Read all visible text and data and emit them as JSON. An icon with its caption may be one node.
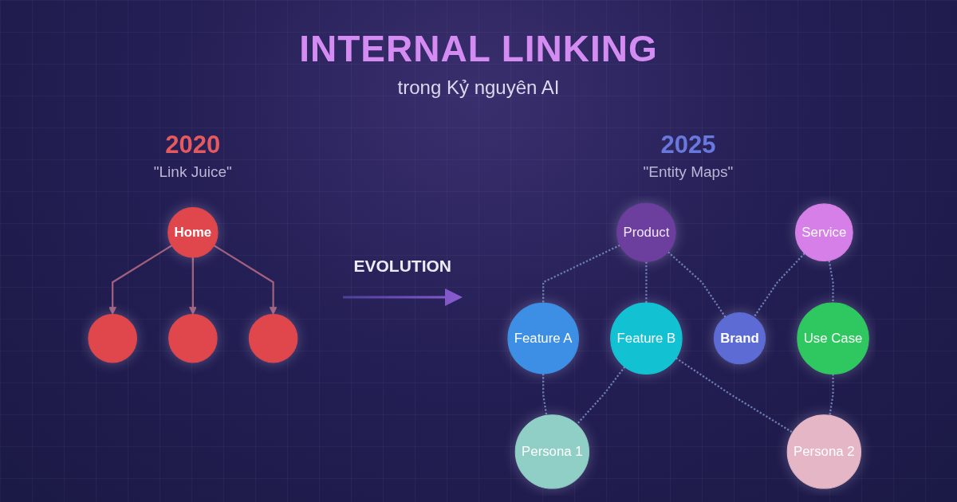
{
  "diagram": {
    "title": "INTERNAL LINKING",
    "nodes": [
      {
        "text": [
          "Home"
        ]
      },
      {
        "text": [],
        "shape": "circle"
      },
      {
        "text": [],
        "shape": "circle"
      },
      {
        "text": [],
        "shape": "circle"
      },
      {
        "text": [
          "Product"
        ]
      },
      {
        "text": [
          "Service"
        ]
      },
      {
        "text": [
          "Brand"
        ]
      },
      {
        "text": [
          "Feature A"
        ]
      },
      {
        "text": [
          "Use Case"
        ]
      },
      {
        "text": [
          "Feature B"
        ]
      },
      {
        "text": [
          "Persona 1"
        ]
      },
      {
        "text": [
          "Persona 2"
        ]
      }
    ],
    "edges": [
      {
        "from": 0,
        "to": 1,
        "arrow": "to",
        "color": "#a0607e"
      },
      {
        "from": 0,
        "to": 2,
        "arrow": "to",
        "color": "#a0607e"
      },
      {
        "from": 0,
        "to": 3,
        "arrow": "to",
        "color": "#a0607e"
      },
      {
        "from": 4,
        "to": 6,
        "arrow": "none",
        "style": "dashed"
      },
      {
        "from": 5,
        "to": 6,
        "arrow": "none",
        "style": "dashed"
      },
      {
        "from": 4,
        "to": 7,
        "arrow": "none",
        "style": "dashed"
      },
      {
        "from": 4,
        "to": 9,
        "arrow": "none",
        "style": "dashed"
      },
      {
        "from": 5,
        "to": 8,
        "arrow": "none",
        "style": "dashed"
      },
      {
        "from": 7,
        "to": 10,
        "arrow": "none",
        "style": "dashed"
      },
      {
        "from": 9,
        "to": 10,
        "arrow": "none",
        "style": "dashed"
      },
      {
        "from": 9,
        "to": 11,
        "arrow": "none",
        "style": "dashed"
      },
      {
        "from": 8,
        "to": 11,
        "arrow": "none",
        "style": "dashed"
      }
    ],
    "labels": [
      "trong Kỷ nguyên AI",
      "2020",
      "\"Link Juice\"",
      "EVOLUTION",
      "2025",
      "\"Entity Maps\""
    ]
  }
}
